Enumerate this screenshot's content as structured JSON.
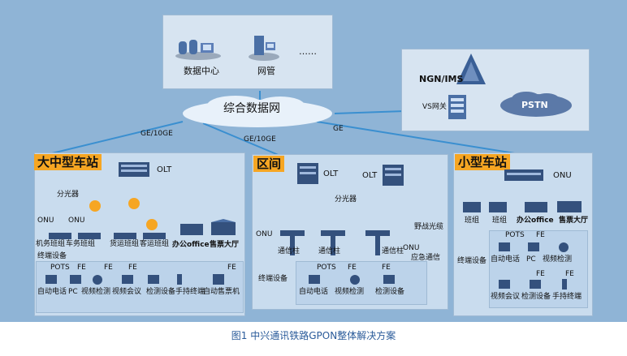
{
  "top": {
    "datacenter": "数据中心",
    "network_mgmt": "网管",
    "ellipsis": "……"
  },
  "cloud": "综合数据网",
  "ngn": "NGN/IMS",
  "vs_gateway": "VS网关",
  "pstn": "PSTN",
  "links": {
    "ge10ge_left": "GE/10GE",
    "ge10ge_mid": "GE/10GE",
    "ge_right": "GE"
  },
  "big_station": {
    "title": "大中型车站",
    "olt": "OLT",
    "splitter": "分光器",
    "onu1": "ONU",
    "onu2": "ONU",
    "groups": [
      "机务班组",
      "车务班组",
      "货运班组",
      "客运班组"
    ],
    "office": "办公office",
    "ticket_hall": "售票大厅",
    "terminal_devices": "终端设备",
    "pots": "POTS",
    "fe1": "FE",
    "fe2": "FE",
    "fe3": "FE",
    "terminals": [
      "自动电话",
      "PC",
      "视频检测",
      "视频会议",
      "检测设备",
      "手持终端",
      "自动售票机"
    ]
  },
  "section": {
    "title": "区间",
    "olt1": "OLT",
    "olt2": "OLT",
    "splitter": "分光器",
    "onu": "ONU",
    "pillars": [
      "通信柱",
      "通信柱",
      "通信柱"
    ],
    "field_cable": "野战光缆",
    "onu2": "ONU",
    "emergency": "应急通信",
    "terminal_devices": "终端设备",
    "pots": "POTS",
    "fe1": "FE",
    "fe2": "FE",
    "terminals": [
      "自动电话",
      "视频检测",
      "检测设备"
    ]
  },
  "small_station": {
    "title": "小型车站",
    "onu": "ONU",
    "groups": [
      "班组",
      "班组"
    ],
    "office": "办公office",
    "ticket_hall": "售票大厅",
    "terminal_devices": "终端设备",
    "pots": "POTS",
    "fe1": "FE",
    "fe2": "FE",
    "fe3": "FE",
    "terminals": [
      "自动电话",
      "PC",
      "视频检测",
      "视频会议",
      "检测设备",
      "手持终端"
    ]
  },
  "caption": "图1  中兴通讯铁路GPON整体解决方案",
  "colors": {
    "background": "#8fb4d6",
    "panel": "#c9dcee",
    "accent": "#f6a623",
    "link": "#3a8fd0",
    "caption": "#2a5b9a"
  }
}
